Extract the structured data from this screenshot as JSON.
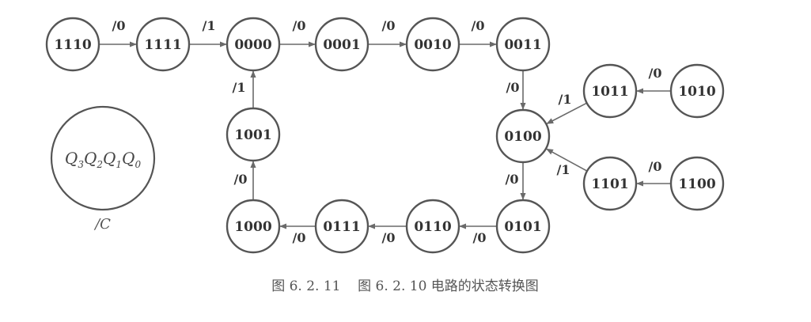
{
  "states": [
    {
      "id": "s1110",
      "label": "1110"
    },
    {
      "id": "s1111",
      "label": "1111"
    },
    {
      "id": "s0000",
      "label": "0000"
    },
    {
      "id": "s0001",
      "label": "0001"
    },
    {
      "id": "s0010",
      "label": "0010"
    },
    {
      "id": "s0011",
      "label": "0011"
    },
    {
      "id": "s0100",
      "label": "0100"
    },
    {
      "id": "s0101",
      "label": "0101"
    },
    {
      "id": "s0110",
      "label": "0110"
    },
    {
      "id": "s0111",
      "label": "0111"
    },
    {
      "id": "s1000",
      "label": "1000"
    },
    {
      "id": "s1001",
      "label": "1001"
    },
    {
      "id": "s1011",
      "label": "1011"
    },
    {
      "id": "s1010",
      "label": "1010"
    },
    {
      "id": "s1101",
      "label": "1101"
    },
    {
      "id": "s1100",
      "label": "1100"
    }
  ],
  "transitions": [
    {
      "from": "s1110",
      "to": "s1111",
      "label": "/0"
    },
    {
      "from": "s1111",
      "to": "s0000",
      "label": "/1"
    },
    {
      "from": "s0000",
      "to": "s0001",
      "label": "/0"
    },
    {
      "from": "s0001",
      "to": "s0010",
      "label": "/0"
    },
    {
      "from": "s0010",
      "to": "s0011",
      "label": "/0"
    },
    {
      "from": "s0011",
      "to": "s0100",
      "label": "/0"
    },
    {
      "from": "s0100",
      "to": "s0101",
      "label": "/0"
    },
    {
      "from": "s0101",
      "to": "s0110",
      "label": "/0"
    },
    {
      "from": "s0110",
      "to": "s0111",
      "label": "/0"
    },
    {
      "from": "s0111",
      "to": "s1000",
      "label": "/0"
    },
    {
      "from": "s1000",
      "to": "s1001",
      "label": "/0"
    },
    {
      "from": "s1001",
      "to": "s0000",
      "label": "/1"
    },
    {
      "from": "s1010",
      "to": "s1011",
      "label": "/0"
    },
    {
      "from": "s1011",
      "to": "s0100",
      "label": "/1"
    },
    {
      "from": "s1100",
      "to": "s1101",
      "label": "/0"
    },
    {
      "from": "s1101",
      "to": "s0100",
      "label": "/1"
    }
  ],
  "legend": {
    "vars": [
      {
        "letter": "Q",
        "sub": "3"
      },
      {
        "letter": "Q",
        "sub": "2"
      },
      {
        "letter": "Q",
        "sub": "1"
      },
      {
        "letter": "Q",
        "sub": "0"
      }
    ],
    "output": "/C"
  },
  "caption": "图 6. 2. 11    图 6. 2. 10 电路的状态转换图",
  "colors": {
    "stroke": "#555555",
    "text": "#333333",
    "arrow": "#6a6a6a"
  }
}
